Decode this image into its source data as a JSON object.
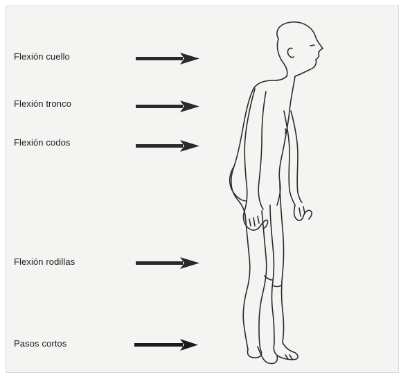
{
  "labels": {
    "neck": "Flexión cuello",
    "trunk": "Flexión tronco",
    "elbows": "Flexión codos",
    "knees": "Flexión rodillas",
    "steps": "Pasos cortos"
  },
  "colors": {
    "background": "#f4f4f2",
    "ink": "#1a1a1a",
    "arrow": "#2a2a2a"
  },
  "icons": {
    "arrow": "right-arrow-icon",
    "figure": "stooped-human-figure"
  }
}
